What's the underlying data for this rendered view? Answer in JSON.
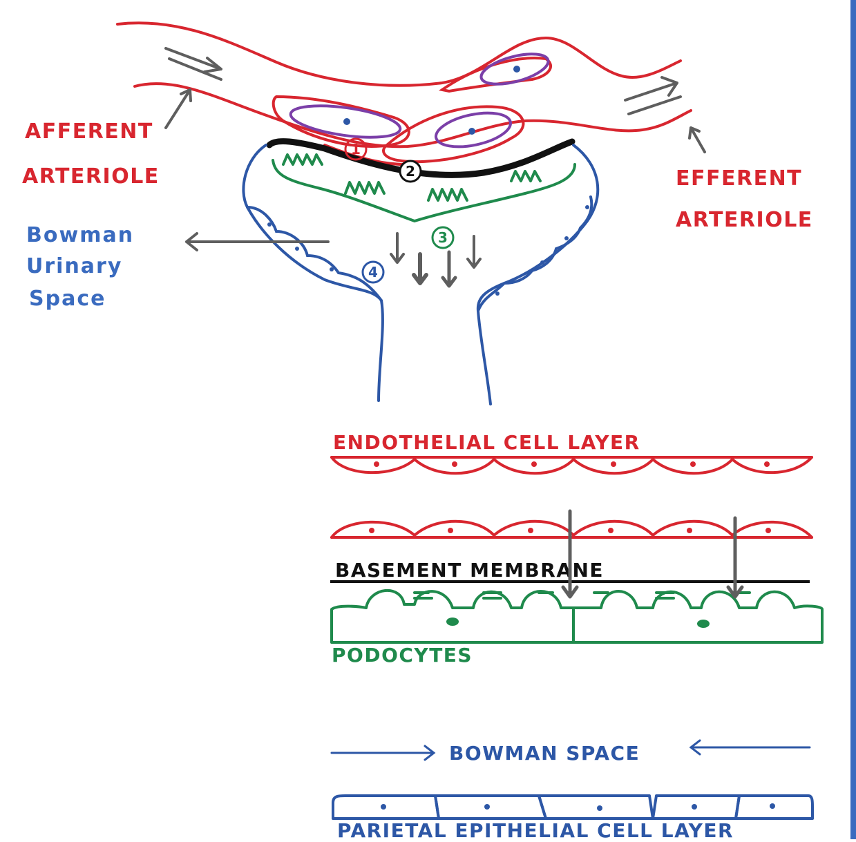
{
  "colors": {
    "red": "#d8262f",
    "purple": "#7b3fa8",
    "black": "#111111",
    "green": "#1f8a4c",
    "blue": "#2d57a6",
    "gray": "#5e5e5e",
    "rule": "#3a6bbf"
  },
  "labels": {
    "afferent_1": "AFFERENT",
    "afferent_2": "ARTERIOLE",
    "efferent_1": "EFFERENT",
    "efferent_2": "ARTERIOLE",
    "bowman_1": "Bowman",
    "bowman_2": "Urinary",
    "bowman_3": "Space",
    "endothelial": "ENDOTHELIAL CELL LAYER",
    "basement": "BASEMENT MEMBRANE",
    "podocytes": "PODOCYTES",
    "bowman_space": "BOWMAN SPACE",
    "parietal": "PARIETAL EPITHELIAL CELL LAYER"
  },
  "markers": [
    "1",
    "2",
    "3",
    "4"
  ]
}
